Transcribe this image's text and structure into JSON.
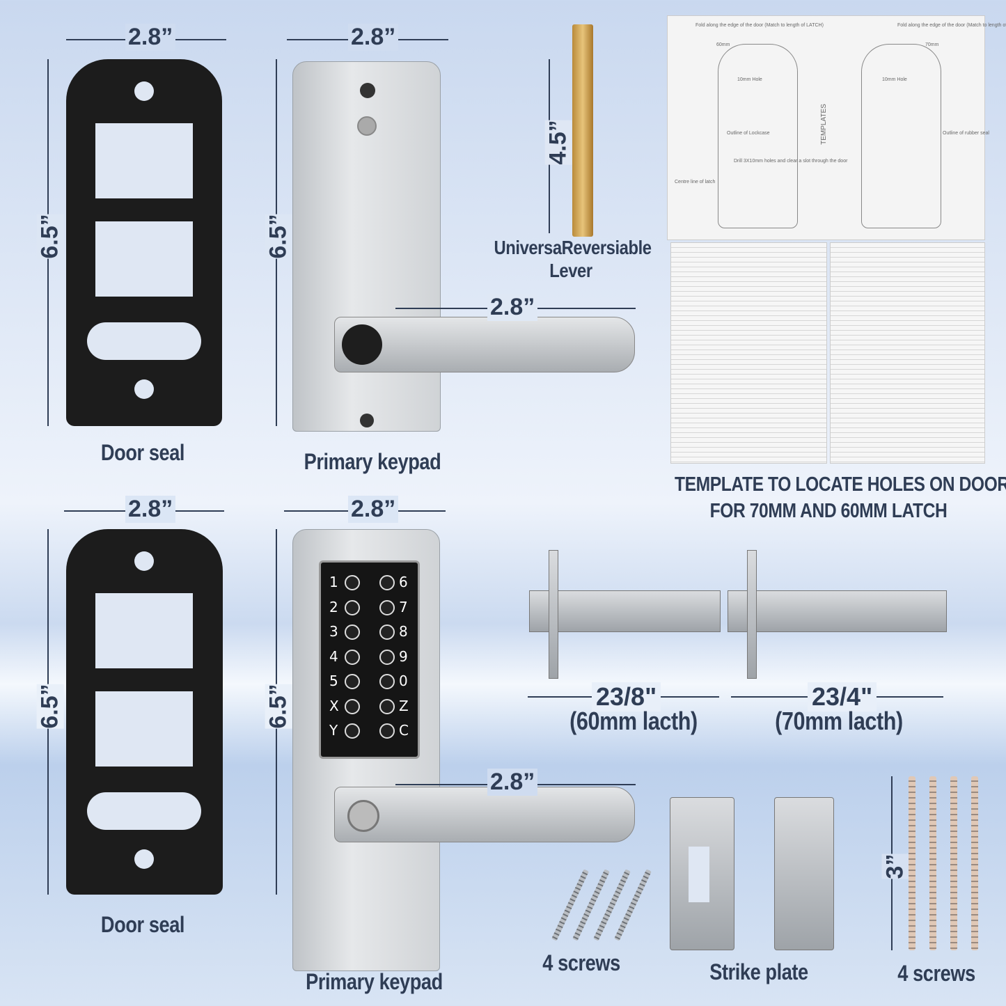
{
  "dimensions": {
    "width": "2.8”",
    "height": "6.5”",
    "spindle": "4.5”",
    "latch60": "23/8\"",
    "latch70": "23/4\"",
    "long_screw": "3”"
  },
  "labels": {
    "door_seal": "Door seal",
    "primary_keypad": "Primary keypad",
    "lever_line1": "UniversaReversiable",
    "lever_line2": "Lever",
    "template_line1": "TEMPLATE TO LOCATE HOLES ON DOOR",
    "template_line2": "FOR 70MM AND 60MM LATCH",
    "latch60": "(60mm lacth)",
    "latch70": "(70mm lacth)",
    "screws": "4 screws",
    "strike_plate": "Strike plate"
  },
  "keypad": {
    "left_keys": [
      "1",
      "2",
      "3",
      "4",
      "5",
      "X",
      "Y"
    ],
    "right_keys": [
      "6",
      "7",
      "8",
      "9",
      "0",
      "Z",
      "C"
    ]
  },
  "template_sheet": {
    "fold_note": "Fold along the edge of the door (Match to length of LATCH)",
    "hole_10mm": "10mm Hole",
    "lockcase": "Outline of Lockcase",
    "rubber_seal": "Outline of rubber seal",
    "templates": "TEMPLATES",
    "drill_note": "Drill 3X10mm holes and clear a slot through the door",
    "center_line": "Centre line of latch",
    "size_60": "60mm",
    "size_70": "70mm"
  },
  "colors": {
    "text": "#2f3d55",
    "seal": "#1c1c1c",
    "metal": "#c8cbce"
  }
}
